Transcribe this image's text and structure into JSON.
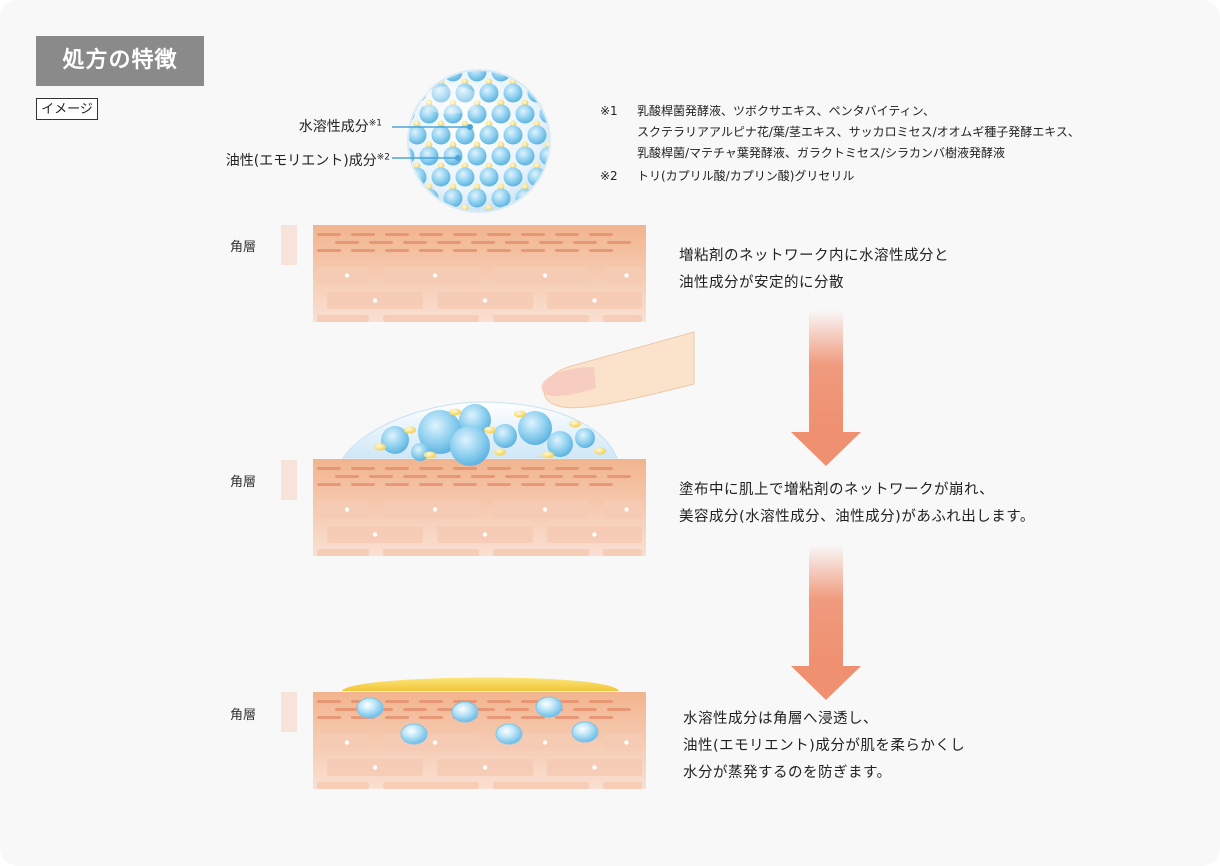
{
  "header": {
    "title": "処方の特徴",
    "image_tag": "イメージ"
  },
  "legend": {
    "water_label": "水溶性成分",
    "water_sup": "※1",
    "oil_label": "油性(エモリエント)成分",
    "oil_sup": "※2",
    "water_color": "#8fcfef",
    "oil_color": "#f4d66a"
  },
  "footnotes": {
    "note1_mark": "※1",
    "note1_lines": [
      "乳酸桿菌発酵液、ツボクサエキス、ペンタバイティン、",
      "スクテラリアアルピナ花/葉/茎エキス、サッカロミセス/オオムギ種子発酵エキス、",
      "乳酸桿菌/マテチャ葉発酵液、ガラクトミセス/シラカンバ樹液発酵液"
    ],
    "note2_mark": "※2",
    "note2_text": "トリ(カプリル酸/カプリン酸)グリセリル"
  },
  "steps": [
    {
      "layer_label": "角層",
      "description": [
        "増粘剤のネットワーク内に水溶性成分と",
        "油性成分が安定的に分散"
      ]
    },
    {
      "layer_label": "角層",
      "description": [
        "塗布中に肌上で増粘剤のネットワークが崩れ、",
        "美容成分(水溶性成分、油性成分)があふれ出します。"
      ]
    },
    {
      "layer_label": "角層",
      "description": [
        "水溶性成分は角層へ浸透し、",
        "油性(エモリエント)成分が肌を柔らかくし",
        "水分が蒸発するのを防ぎます。"
      ]
    }
  ],
  "colors": {
    "arrow": "#ef9070",
    "skin_top": "#f2b48e",
    "skin_bottom": "#f7d6c4",
    "finger": "#fbe3cb"
  }
}
